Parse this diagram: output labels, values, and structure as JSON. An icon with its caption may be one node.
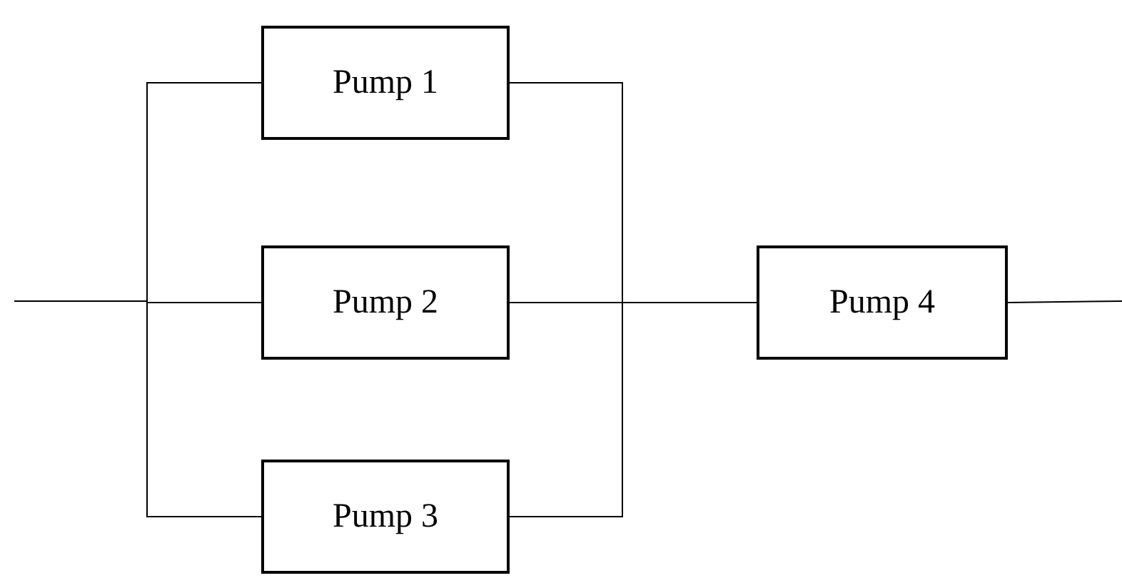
{
  "diagram": {
    "nodes": [
      {
        "text": [
          "Pump 1"
        ]
      },
      {
        "text": [
          "Pump 2"
        ]
      },
      {
        "text": [
          "Pump 3"
        ]
      },
      {
        "text": [
          "Pump 4"
        ]
      }
    ],
    "edges": [
      {
        "from": null,
        "to": 0,
        "arrow": "none"
      },
      {
        "from": null,
        "to": 1,
        "arrow": "none"
      },
      {
        "from": null,
        "to": 2,
        "arrow": "none"
      },
      {
        "from": 0,
        "to": 3,
        "arrow": "none"
      },
      {
        "from": 1,
        "to": 3,
        "arrow": "none"
      },
      {
        "from": 2,
        "to": 3,
        "arrow": "none"
      },
      {
        "from": 3,
        "to": null,
        "arrow": "none"
      }
    ]
  }
}
